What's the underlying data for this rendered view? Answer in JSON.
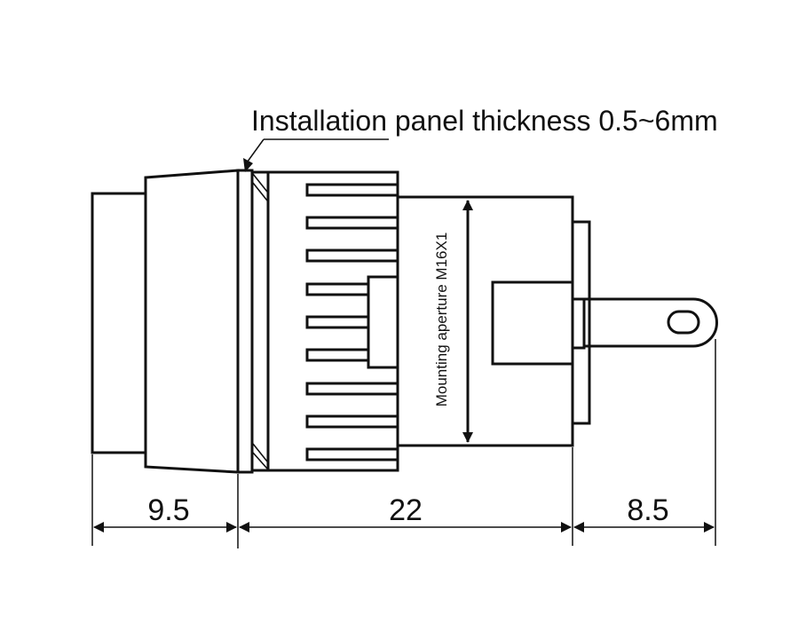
{
  "diagram": {
    "callout_text": "Installation panel thickness 0.5~6mm",
    "aperture_text": "Mounting aperture M16X1",
    "dimensions": [
      {
        "value": "9.5"
      },
      {
        "value": "22"
      },
      {
        "value": "8.5"
      }
    ],
    "line_color": "#111111",
    "background_color": "#ffffff"
  }
}
